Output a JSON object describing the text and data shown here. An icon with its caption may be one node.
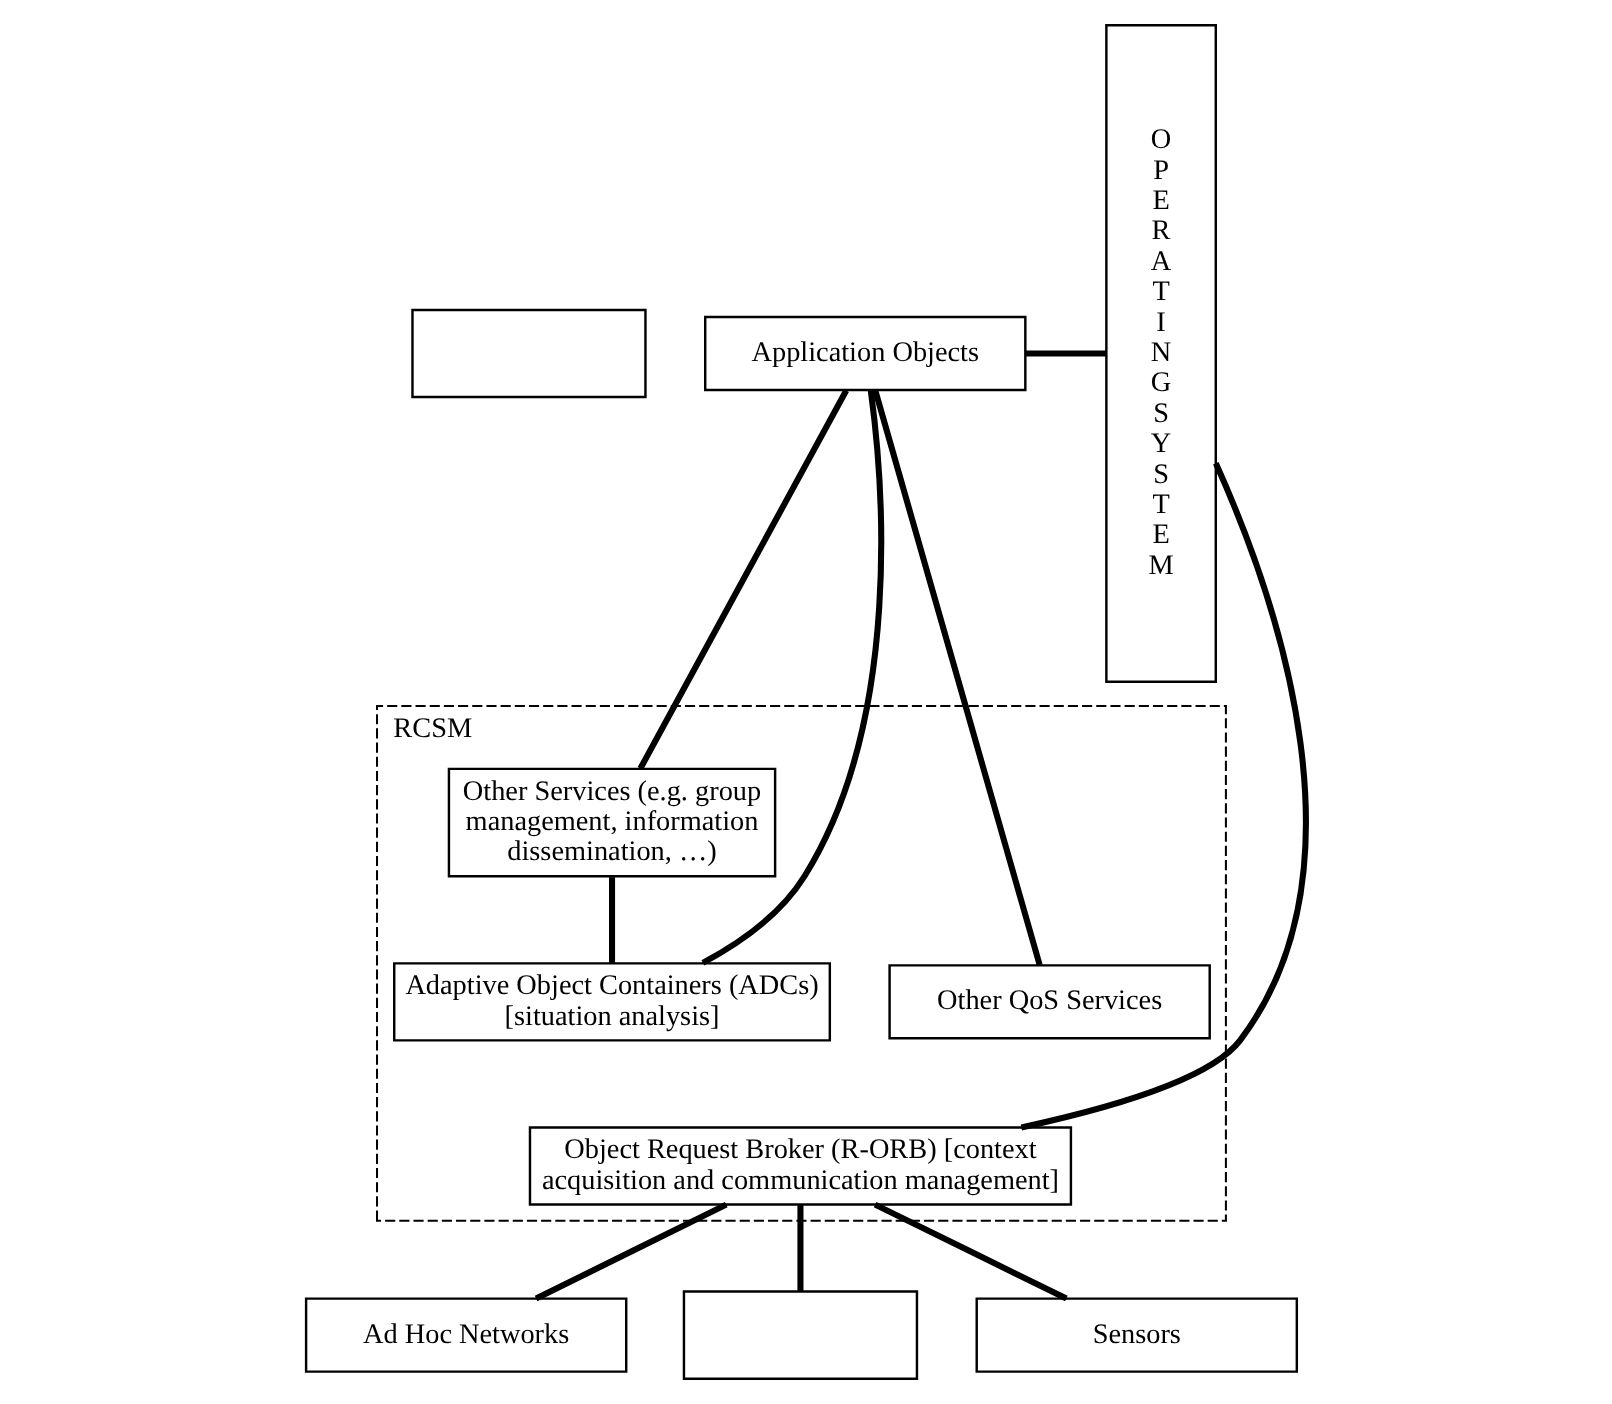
{
  "diagram": {
    "nodes": [
      {
        "text": [],
        "shape": "box"
      },
      {
        "text": [
          "Application Objects"
        ]
      },
      {
        "text": [
          "O P E R A T I N G S Y S T E M"
        ]
      },
      {
        "text": [
          "RCSM"
        ]
      },
      {
        "text": [
          "Other Services (e.g. group management, information dissemination, …)"
        ],
        "in": 3
      },
      {
        "text": [
          "Adaptive Object Containers (ADCs) [situation analysis]"
        ],
        "in": 3
      },
      {
        "text": [
          "Other QoS Services"
        ],
        "in": 3
      },
      {
        "text": [
          "Object Request Broker (R-ORB) [context acquisition and communication management]"
        ],
        "in": 3
      },
      {
        "text": [
          "Ad Hoc Networks"
        ]
      },
      {
        "text": [],
        "shape": "box"
      },
      {
        "text": [
          "Sensors"
        ]
      }
    ],
    "edges": [
      {
        "from": 1,
        "to": 4,
        "arrow": "none"
      },
      {
        "from": 1,
        "to": 5,
        "arrow": "none"
      },
      {
        "from": 1,
        "to": 6,
        "arrow": "none"
      },
      {
        "from": 1,
        "to": 2,
        "arrow": "none"
      },
      {
        "from": 4,
        "to": 5,
        "arrow": "none"
      },
      {
        "from": 7,
        "to": 2,
        "arrow": "none"
      },
      {
        "from": 7,
        "to": 8,
        "arrow": "none"
      },
      {
        "from": 7,
        "to": 9,
        "arrow": "none"
      },
      {
        "from": 7,
        "to": 10,
        "arrow": "none"
      }
    ]
  }
}
